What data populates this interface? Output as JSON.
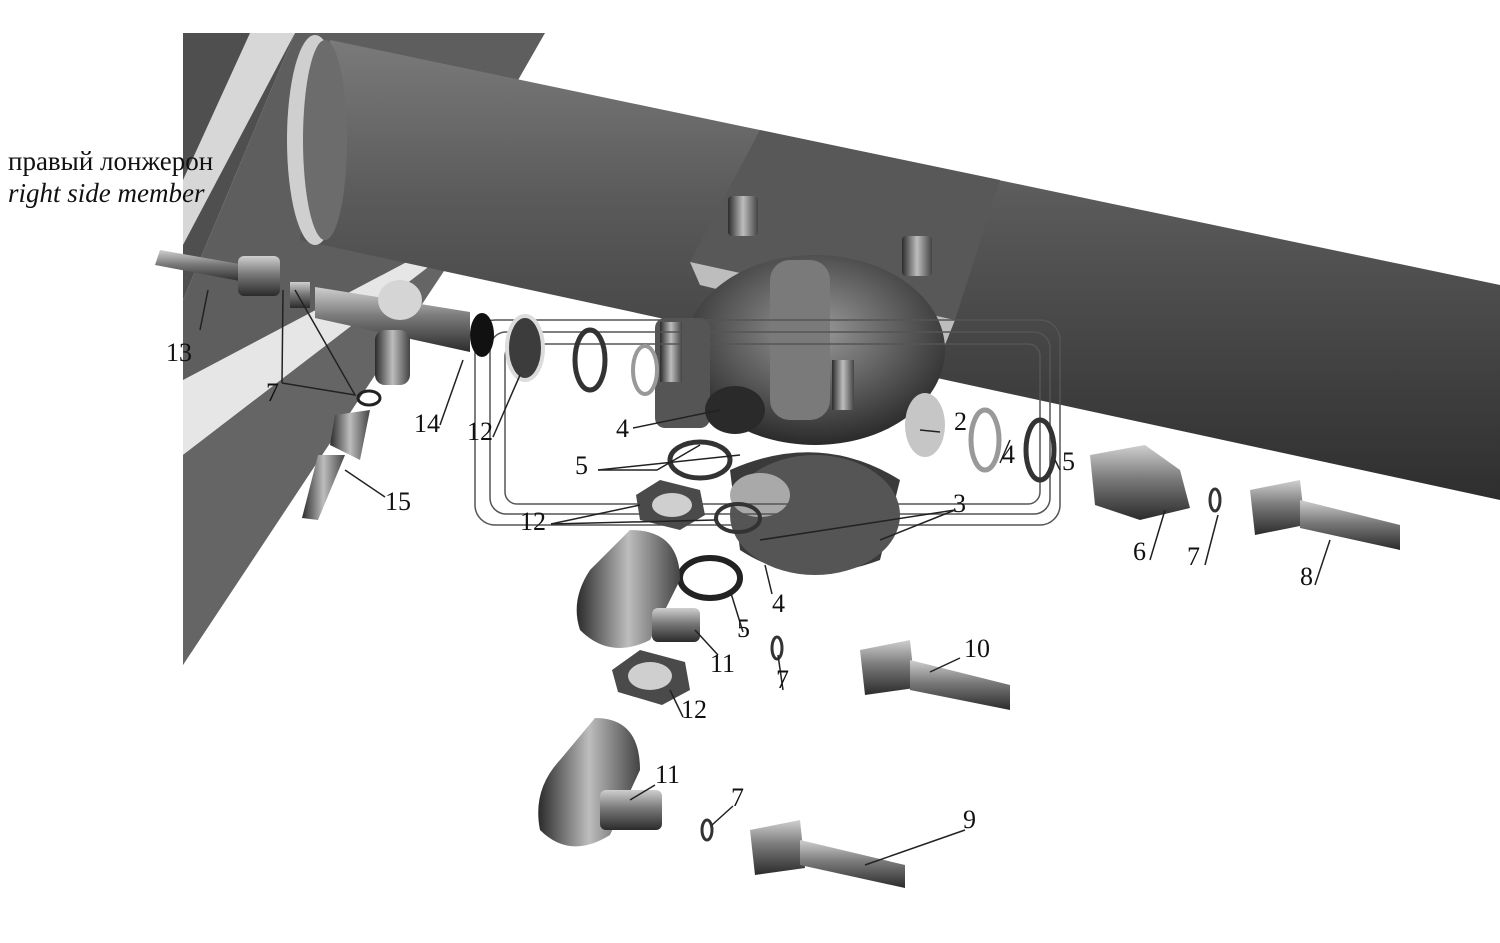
{
  "caption": {
    "ru": "правый лонжерон",
    "en": "right side member"
  },
  "callouts": [
    "13",
    "7",
    "14",
    "12",
    "15",
    "4",
    "5",
    "12",
    "5",
    "11",
    "12",
    "11",
    "7",
    "4",
    "7",
    "10",
    "2",
    "4",
    "5",
    "3",
    "6",
    "7",
    "8",
    "9"
  ],
  "colors": {
    "frame": "#5c5c5c",
    "tube": "#4a4a4a",
    "part": "#3c3c3c",
    "light": "#d8d8d8",
    "line": "#222222"
  }
}
